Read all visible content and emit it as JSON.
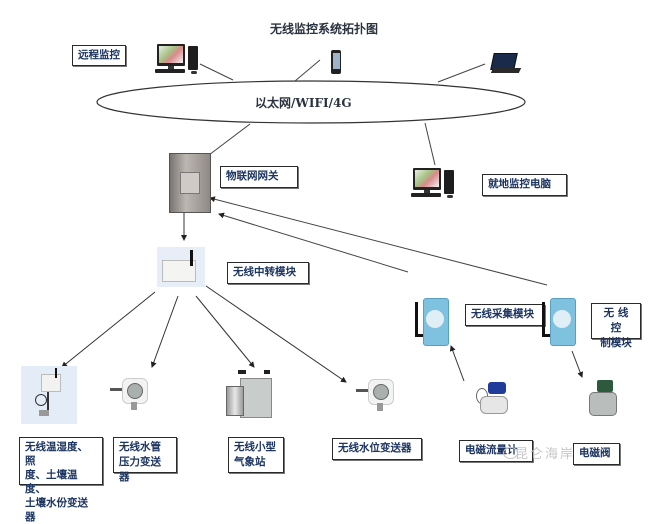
{
  "title": "无线监控系统拓扑图",
  "network": {
    "label": "以太网/WIFI/4G"
  },
  "nodes": {
    "remote_monitor": {
      "label": "远程监控",
      "icon": "desktop-computer-icon"
    },
    "smartphone": {
      "icon": "smartphone-icon"
    },
    "laptop": {
      "icon": "laptop-icon"
    },
    "iot_gateway": {
      "label": "物联网网关",
      "icon": "gateway-cabinet-icon"
    },
    "onsite_pc": {
      "label": "就地监控电脑",
      "icon": "desktop-computer-icon"
    },
    "relay_module": {
      "label": "无线中转模块",
      "icon": "relay-module-icon"
    },
    "acquisition_module": {
      "label": "无线采集模块",
      "icon": "wireless-module-icon"
    },
    "control_module": {
      "label_line1": "无 线 控",
      "label_line2": "制模块",
      "icon": "wireless-module-icon"
    },
    "soil_sensor": {
      "label_line1": "无线温湿度、照",
      "label_line2": "度、土壤温度、",
      "label_line3": "土壤水份变送器",
      "icon": "sensor-kit-icon"
    },
    "pipe_pressure": {
      "label_line1": "无线水管",
      "label_line2": "压力变送器",
      "icon": "pressure-transmitter-icon"
    },
    "weather_station": {
      "label_line1": "无线小型",
      "label_line2": "气象站",
      "icon": "weather-station-icon"
    },
    "water_level": {
      "label": "无线水位变送器",
      "icon": "level-transmitter-icon"
    },
    "flowmeter": {
      "label": "电磁流量计",
      "icon": "flowmeter-icon"
    },
    "solenoid_valve": {
      "label": "电磁阀",
      "icon": "solenoid-valve-icon"
    }
  },
  "watermark": {
    "text": "昆仑海岸",
    "icon": "wechat-icon"
  }
}
